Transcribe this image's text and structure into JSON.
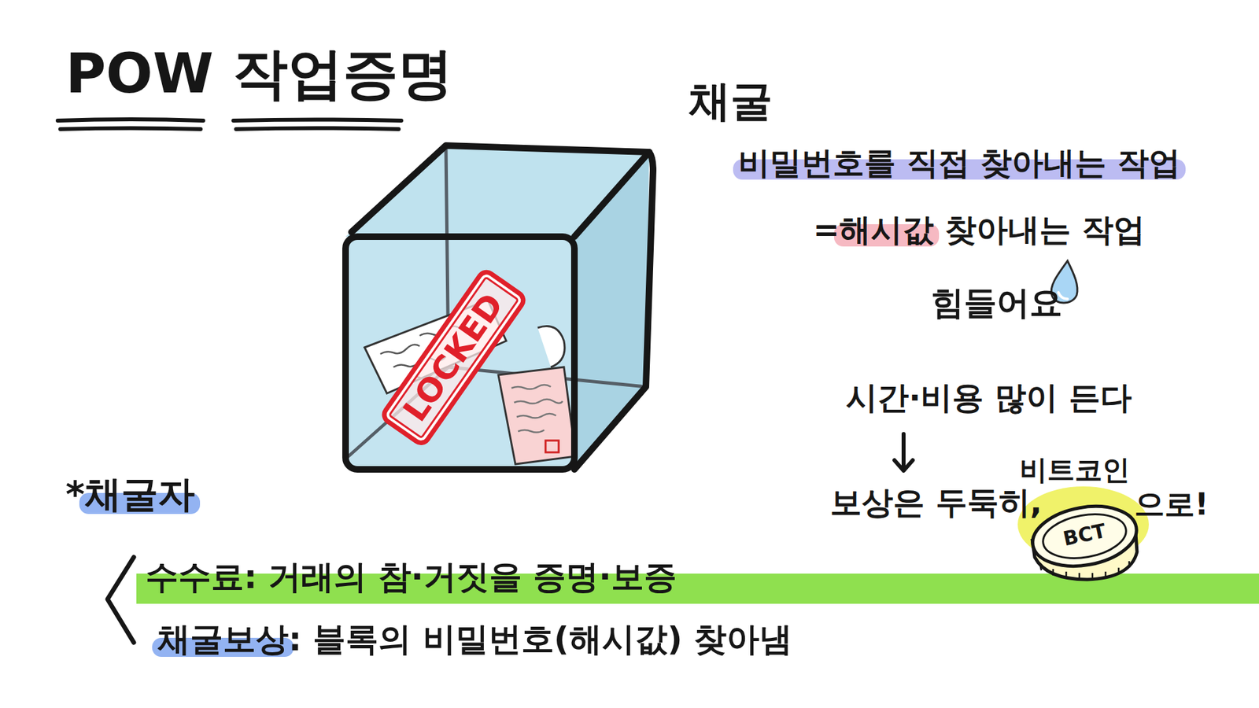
{
  "diagram": {
    "title": "POW 작업증명",
    "nodes": [
      {
        "text": [
          "LOCKED"
        ]
      },
      {
        "text": [
          "BCT"
        ]
      }
    ],
    "labels": [
      "채굴",
      "비밀번호를 직접 찾아내는 작업",
      "=해시값 찾아내는 작업",
      "힘들어요",
      "시간·비용 많이 든다",
      "보상은 두둑히,",
      "비트코인",
      "으로!",
      "*채굴자",
      "수수료: 거래의 참·거짓을 증명·보증",
      "채굴보상: 블록의 비밀번호(해시값) 찾아냄"
    ]
  }
}
